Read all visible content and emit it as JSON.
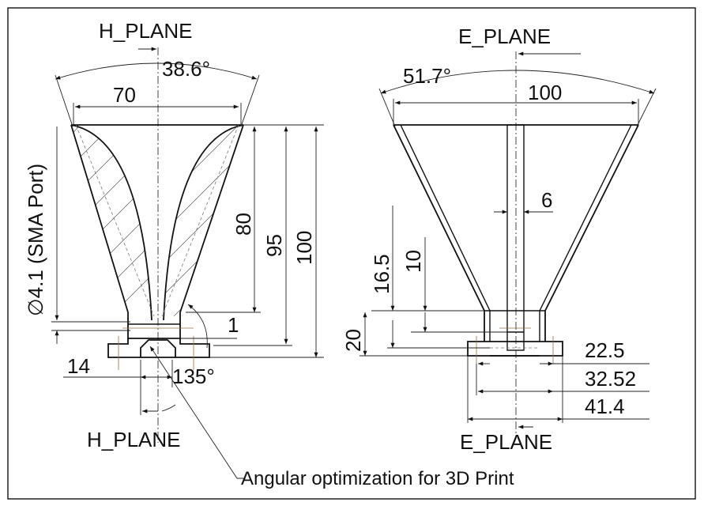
{
  "h_plane_view": {
    "plane_label_top": "H_PLANE",
    "plane_label_bottom": "H_PLANE",
    "angle_flare": "38.6°",
    "width_aperture": "70",
    "height_80": "80",
    "height_95": "95",
    "height_100": "100",
    "port_diameter": "∅4.1 (SMA Port)",
    "dim_1": "1",
    "dim_14": "14",
    "angle_135": "135°",
    "annotation": "Angular optimization for 3D Print"
  },
  "e_plane_view": {
    "plane_label_top": "E_PLANE",
    "plane_label_bottom": "E_PLANE",
    "angle_flare": "51.7°",
    "width_aperture": "100",
    "dim_6": "6",
    "dim_16_5": "16.5",
    "dim_10": "10",
    "dim_20": "20",
    "dim_22_5": "22.5",
    "dim_32_52": "32.52",
    "dim_41_4": "41.4"
  }
}
